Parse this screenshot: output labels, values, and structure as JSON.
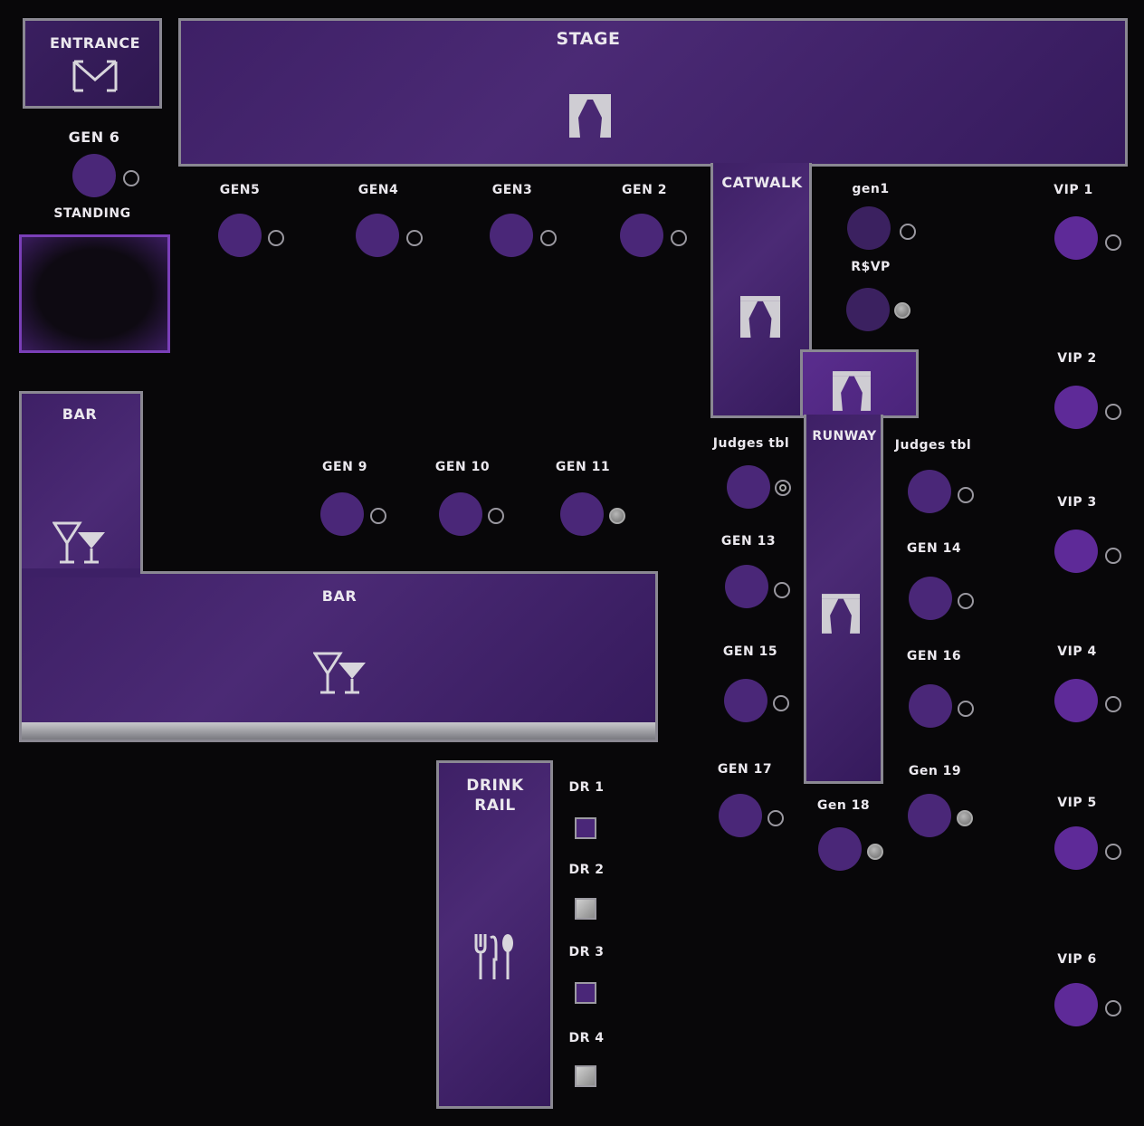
{
  "entrance": {
    "label": "ENTRANCE",
    "logo": "M"
  },
  "stage": {
    "label": "STAGE"
  },
  "catwalk": {
    "label": "CATWALK"
  },
  "runway": {
    "label": "RUNWAY"
  },
  "bar": {
    "label_top": "BAR",
    "label_main": "BAR"
  },
  "drink_rail": {
    "label_line1": "DRINK",
    "label_line2": "RAIL"
  },
  "standing": {
    "label": "STANDING"
  },
  "tables": {
    "gen6": "GEN 6",
    "gen5": "GEN5",
    "gen4": "GEN4",
    "gen3": "GEN3",
    "gen2": "GEN 2",
    "gen1": "gen1",
    "rsvp": "R$VP",
    "vip1": "VIP 1",
    "vip2": "VIP 2",
    "vip3": "VIP 3",
    "vip4": "VIP 4",
    "vip5": "VIP 5",
    "vip6": "VIP 6",
    "gen9": "GEN 9",
    "gen10": "GEN 10",
    "gen11": "GEN 11",
    "judges_left": "Judges tbl",
    "judges_right": "Judges tbl",
    "gen13": "GEN 13",
    "gen14": "GEN 14",
    "gen15": "GEN 15",
    "gen16": "GEN 16",
    "gen17": "GEN 17",
    "gen18": "Gen 18",
    "gen19": "Gen 19"
  },
  "drink_rail_spots": [
    "DR 1",
    "DR 2",
    "DR 3",
    "DR 4"
  ],
  "icons": {
    "stage": "curtain-icon",
    "catwalk": "curtain-icon",
    "runway": "curtain-icon",
    "bar": "cocktail-icon",
    "drink_rail": "cutlery-icon",
    "entrance": "m-logo-icon"
  },
  "colors": {
    "background": "#080709",
    "zone": "#43236e",
    "seat": "#4a2778",
    "seat_vip": "#5e2a98",
    "border": "#8a8892"
  }
}
